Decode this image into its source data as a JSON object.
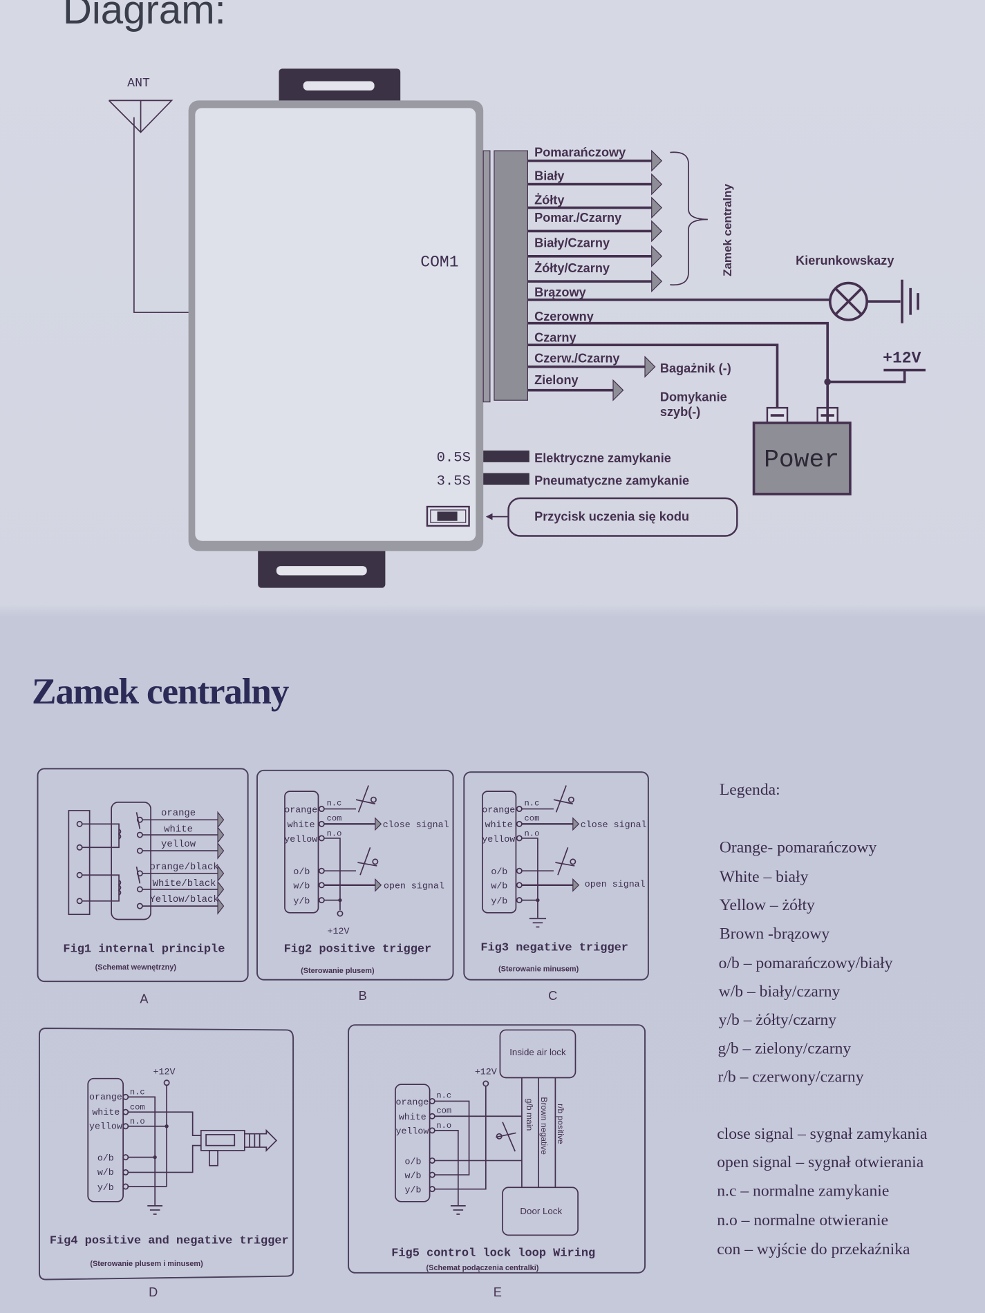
{
  "header": {
    "title": "Diagram:"
  },
  "main_diagram": {
    "antenna_label": "ANT",
    "connector_label": "COM1",
    "wires": [
      "Pomarańczowy",
      "Biały",
      "Żółty",
      "Pomar./Czarny",
      "Biały/Czarny",
      "Żółty/Czarny",
      "Brązowy",
      "Czerowny",
      "Czarny",
      "Czerw./Czarny",
      "Zielony"
    ],
    "group_label": "Zamek centralny",
    "turn_signals_label": "Kierunkowskazy",
    "voltage_label": "+12V",
    "trunk_label": "Bagażnik (-)",
    "window_label_1": "Domykanie",
    "window_label_2": "szyb(-)",
    "battery_label": "Power",
    "timing": [
      {
        "value": "0.5S",
        "label": "Elektryczne zamykanie"
      },
      {
        "value": "3.5S",
        "label": "Pneumatyczne zamykanie"
      }
    ],
    "learn_button_label": "Przycisk uczenia się kodu"
  },
  "section": {
    "title": "Zamek centralny"
  },
  "figures": {
    "a": {
      "outputs": [
        "orange",
        "white",
        "yellow",
        "orange/black",
        "White/black",
        "Yellow/black"
      ],
      "title": "Fig1 internal principle",
      "subtitle": "(Schemat wewnętrzny)",
      "letter": "A"
    },
    "b": {
      "pins": [
        "orange",
        "white",
        "yellow",
        "o/b",
        "w/b",
        "y/b"
      ],
      "contacts": [
        "n.c",
        "com",
        "n.o"
      ],
      "close": "close signal",
      "open": "open signal",
      "supply": "+12V",
      "title": "Fig2 positive trigger",
      "subtitle": "(Sterowanie plusem)",
      "letter": "B"
    },
    "c": {
      "pins": [
        "orange",
        "white",
        "yellow",
        "o/b",
        "w/b",
        "y/b"
      ],
      "contacts": [
        "n.c",
        "com",
        "n.o"
      ],
      "close": "close signal",
      "open": "open signal",
      "title": "Fig3 negative trigger",
      "subtitle": "(Sterowanie minusem)",
      "letter": "C"
    },
    "d": {
      "pins": [
        "orange",
        "white",
        "yellow",
        "o/b",
        "w/b",
        "y/b"
      ],
      "contacts": [
        "n.c",
        "com",
        "n.o"
      ],
      "supply": "+12V",
      "title": "Fig4 positive and negative trigger",
      "subtitle": "(Sterowanie plusem i minusem)",
      "letter": "D"
    },
    "e": {
      "pins": [
        "orange",
        "white",
        "yellow",
        "o/b",
        "w/b",
        "y/b"
      ],
      "contacts": [
        "n.c",
        "com",
        "n.o"
      ],
      "supply": "+12V",
      "top_box": "Inside air lock",
      "bottom_box": "Door Lock",
      "wire_labels": [
        "g/b main",
        "Brown negative",
        "r/b positive"
      ],
      "title": "Fig5 control lock loop Wiring",
      "subtitle": "(Schemat podączenia centralki)",
      "letter": "E"
    }
  },
  "legend": {
    "title": "Legenda:",
    "colors": [
      "Orange- pomarańczowy",
      "White – biały",
      "Yellow – żółty",
      "Brown -brązowy",
      "o/b – pomarańczowy/biały",
      "w/b – biały/czarny",
      "y/b – żółty/czarny",
      "g/b – zielony/czarny",
      "r/b – czerwony/czarny"
    ],
    "terms": [
      "close signal – sygnał zamykania",
      "open signal – sygnał otwierania",
      "n.c – normalne zamykanie",
      "n.o – normalne otwieranie",
      "con – wyjście do przekaźnika"
    ]
  }
}
